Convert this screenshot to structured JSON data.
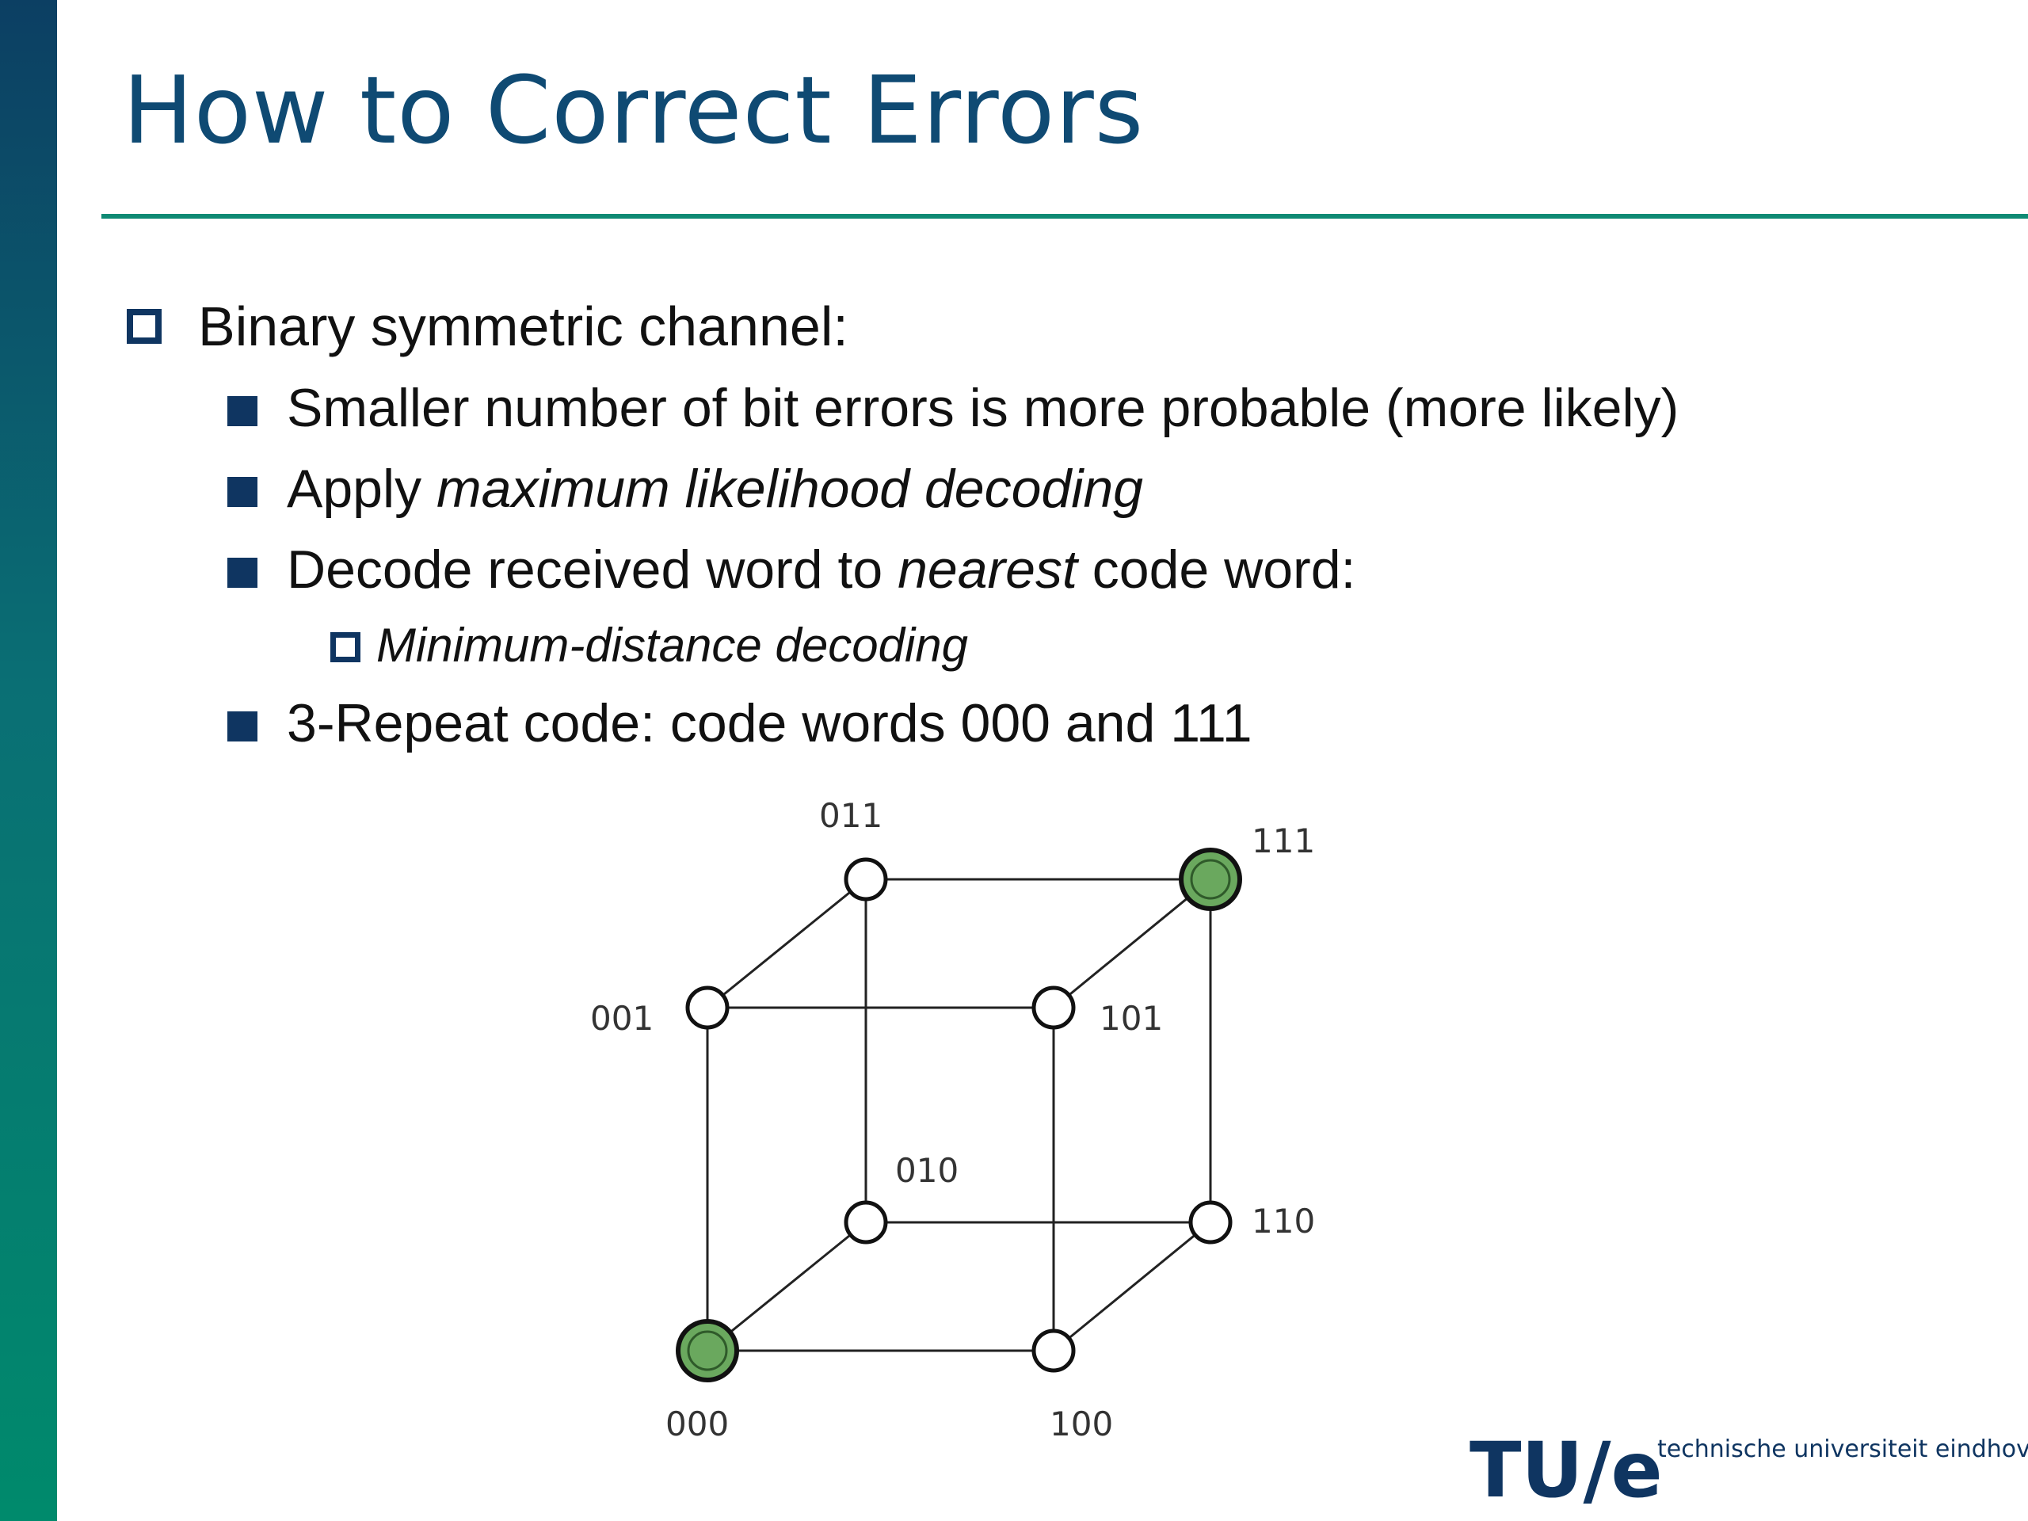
{
  "slide": {
    "title": "How to Correct Errors",
    "bullets": {
      "b1": "Binary symmetric channel:",
      "b1_1": "Smaller number of bit errors is more probable (more likely)",
      "b1_2_pre": "Apply ",
      "b1_2_em": "maximum likelihood decoding",
      "b1_3_pre": "Decode received word to ",
      "b1_3_em": "nearest",
      "b1_3_post": " code word:",
      "b1_3_1": "Minimum-distance decoding",
      "b1_4": "3-Repeat code: code words 000 and 111"
    }
  },
  "cube": {
    "labels": {
      "n000": "000",
      "n001": "001",
      "n010": "010",
      "n011": "011",
      "n100": "100",
      "n101": "101",
      "n110": "110",
      "n111": "111"
    },
    "codeword_color": "#6aa85e",
    "node_color": "#ffffff"
  },
  "footer": {
    "logo": "TU/e",
    "institution": "technische universiteit eindhoven"
  }
}
